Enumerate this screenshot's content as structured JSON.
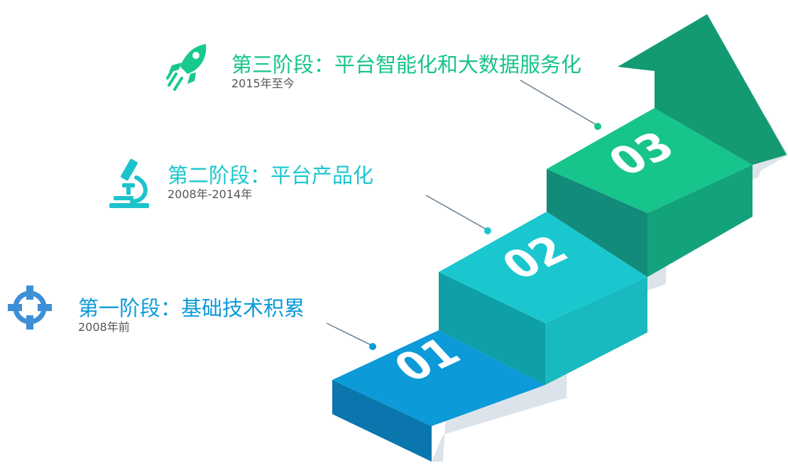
{
  "colors": {
    "stage1": "#0c9ad9",
    "stage2": "#1ac7cf",
    "stage3": "#17c48c",
    "arrow": "#139a72",
    "icon1": "#3d8fd6",
    "icon2": "#1cc3cc",
    "icon3": "#17c98f",
    "date_text": "#555555"
  },
  "stages": [
    {
      "number": "01",
      "title": "第一阶段：基础技术积累",
      "period": "2008年前",
      "icon": "crosshair-icon"
    },
    {
      "number": "02",
      "title": "第二阶段：平台产品化",
      "period": "2008年-2014年",
      "icon": "microscope-icon"
    },
    {
      "number": "03",
      "title": "第三阶段：平台智能化和大数据服务化",
      "period": "2015年至今",
      "icon": "rocket-icon"
    }
  ]
}
